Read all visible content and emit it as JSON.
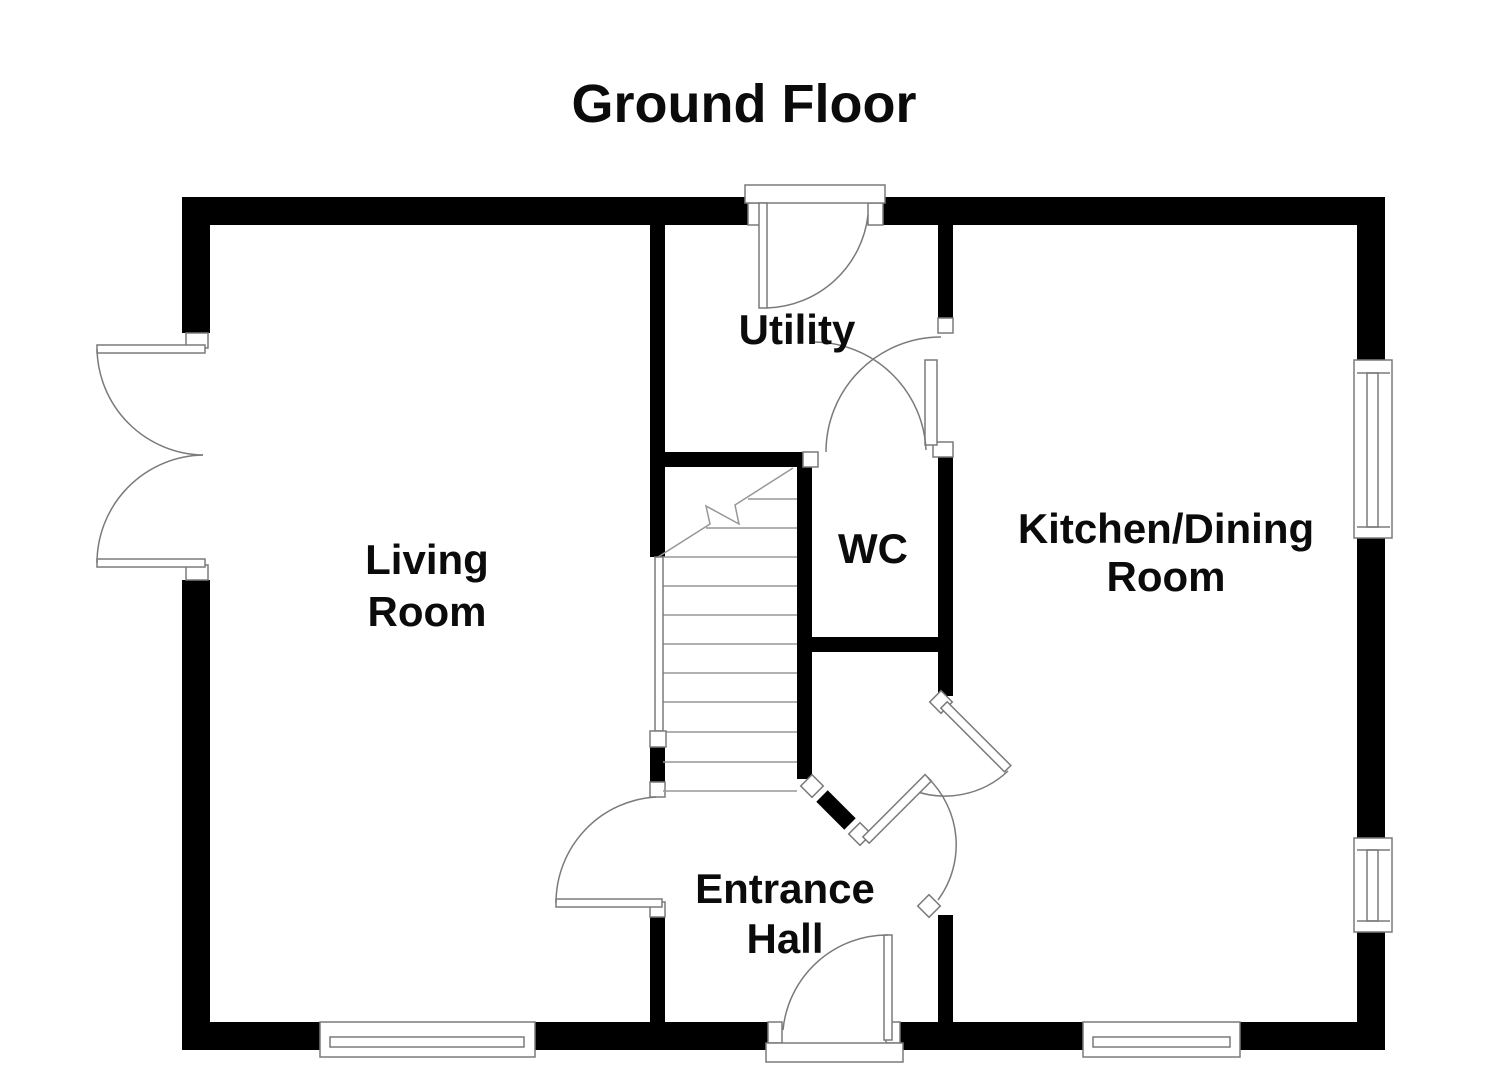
{
  "title": "Ground Floor",
  "rooms": {
    "living": {
      "lines": [
        "Living",
        "Room"
      ]
    },
    "utility": {
      "lines": [
        "Utility"
      ]
    },
    "wc": {
      "lines": [
        "WC"
      ]
    },
    "kitchen": {
      "lines": [
        "Kitchen/Dining",
        "Room"
      ]
    },
    "hall": {
      "lines": [
        "Entrance",
        "Hall"
      ]
    }
  },
  "colors": {
    "wall": "#000000",
    "line": "#7a7a7a",
    "tread": "#979797",
    "background": "#ffffff"
  }
}
